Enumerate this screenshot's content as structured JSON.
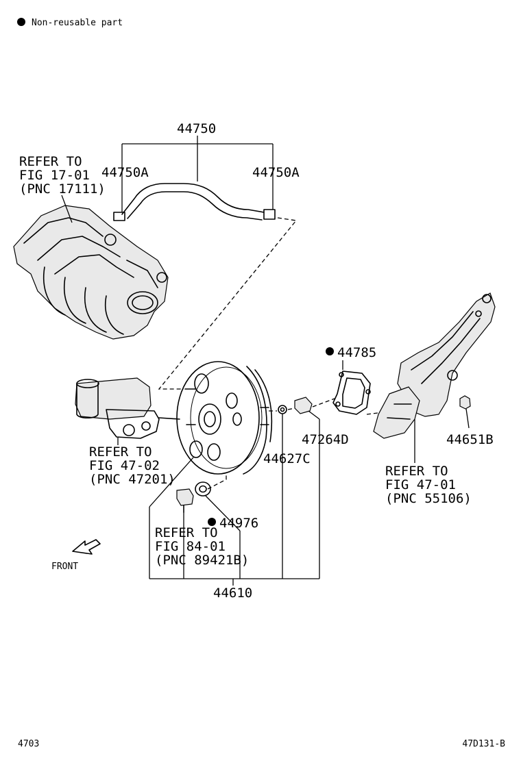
{
  "legend": {
    "symbol": "●",
    "text": "Non-reusable part"
  },
  "callouts": {
    "p44750": "44750",
    "p44750A_left": "44750A",
    "p44750A_right": "44750A",
    "p44785": "44785",
    "p47264D": "47264D",
    "p44651B": "44651B",
    "p44627C": "44627C",
    "p44976": "44976",
    "p44610": "44610"
  },
  "references": {
    "intake": [
      "REFER TO",
      "FIG 17-01",
      "(PNC 17111)"
    ],
    "master_cylinder": [
      "REFER TO",
      "FIG 47-02",
      "(PNC 47201)"
    ],
    "pedal_bracket": [
      "REFER TO",
      "FIG 47-01",
      "(PNC 55106)"
    ],
    "sensor": [
      "REFER TO",
      "FIG 84-01",
      "(PNC 89421B)"
    ]
  },
  "direction": {
    "front_label": "FRONT"
  },
  "footer": {
    "page_number": "4703",
    "figure_code": "47D131-B"
  },
  "non_reusable_marker_color": "#000000"
}
